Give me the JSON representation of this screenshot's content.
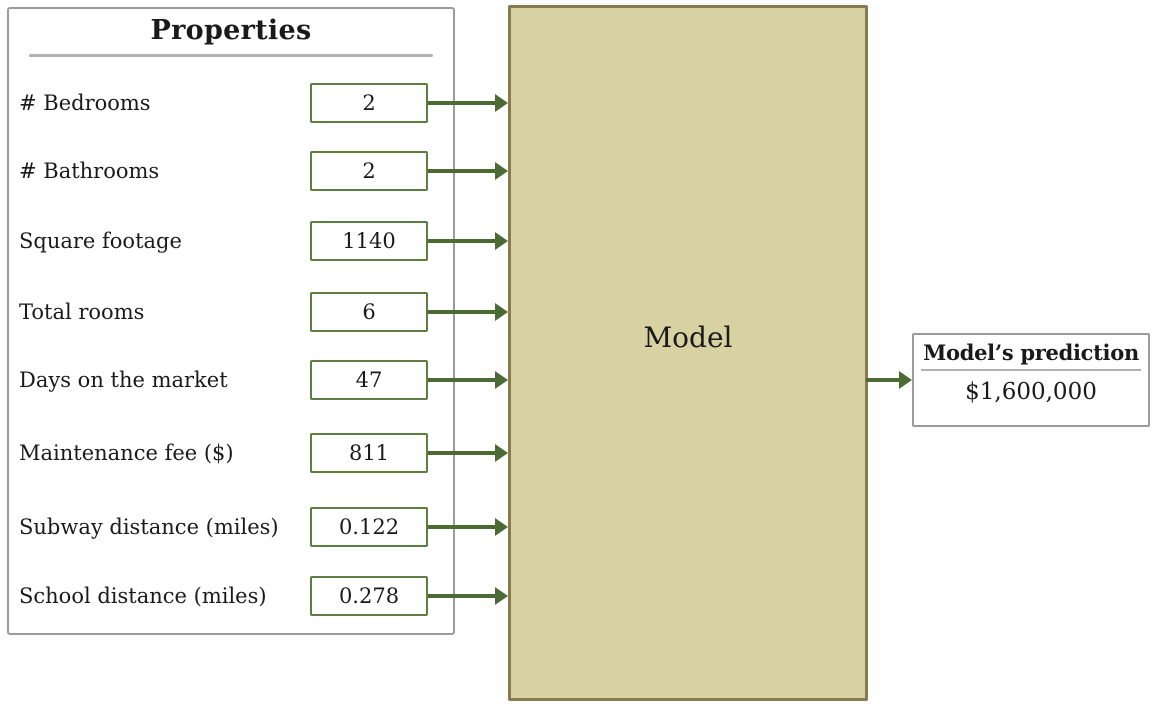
{
  "properties_panel": {
    "title": "Properties",
    "rows": [
      {
        "label": "# Bedrooms",
        "value": "2"
      },
      {
        "label": "# Bathrooms",
        "value": "2"
      },
      {
        "label": "Square footage",
        "value": "1140"
      },
      {
        "label": "Total rooms",
        "value": "6"
      },
      {
        "label": "Days on the market",
        "value": "47"
      },
      {
        "label": "Maintenance fee ($)",
        "value": "811"
      },
      {
        "label": "Subway distance (miles)",
        "value": "0.122"
      },
      {
        "label": "School distance (miles)",
        "value": "0.278"
      }
    ]
  },
  "model": {
    "label": "Model"
  },
  "prediction": {
    "title": "Model’s prediction",
    "value": "$1,600,000"
  },
  "colors": {
    "model_fill": "#d8d2a3",
    "model_border": "#877b4e",
    "arrow_green": "#4c6a33",
    "value_box_border": "#5e7d40",
    "panel_border": "#9b9b9b",
    "divider_gray": "#b1b1b1",
    "text": "#1a1a1a"
  }
}
